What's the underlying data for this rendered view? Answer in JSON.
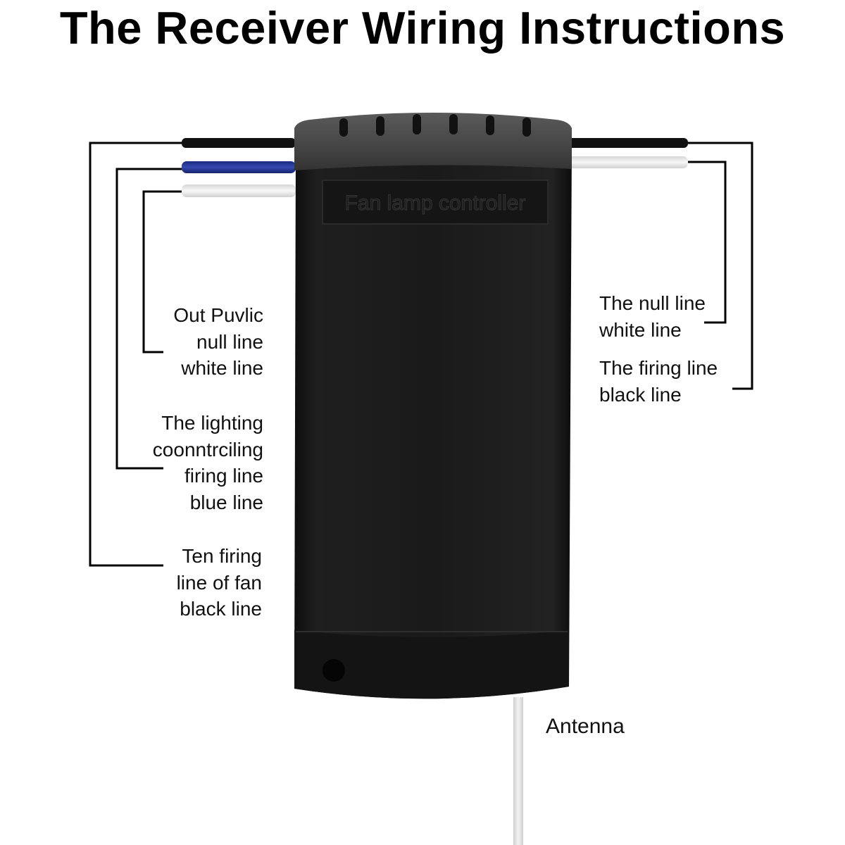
{
  "title": "The Receiver Wiring Instructions",
  "device": {
    "printed_label": "Fan lamp controller"
  },
  "labels": {
    "out_public": [
      "Out Puvlic",
      "null line",
      "white line"
    ],
    "lighting": [
      "The lighting",
      "coonntrciling",
      "firing line",
      "blue line"
    ],
    "fan_firing": [
      "Ten firing",
      "line of fan",
      "black line"
    ],
    "null_line": [
      "The null line",
      "white line"
    ],
    "firing_line": [
      "The firing line",
      "black line"
    ],
    "antenna": "Antenna"
  },
  "colors": {
    "wire_black": "#111111",
    "wire_blue": "#1f2f8f",
    "wire_white": "#eeeeee",
    "leader_line": "#000000",
    "device_body": "#1b1b1b",
    "device_top": "#4a4a4a"
  }
}
